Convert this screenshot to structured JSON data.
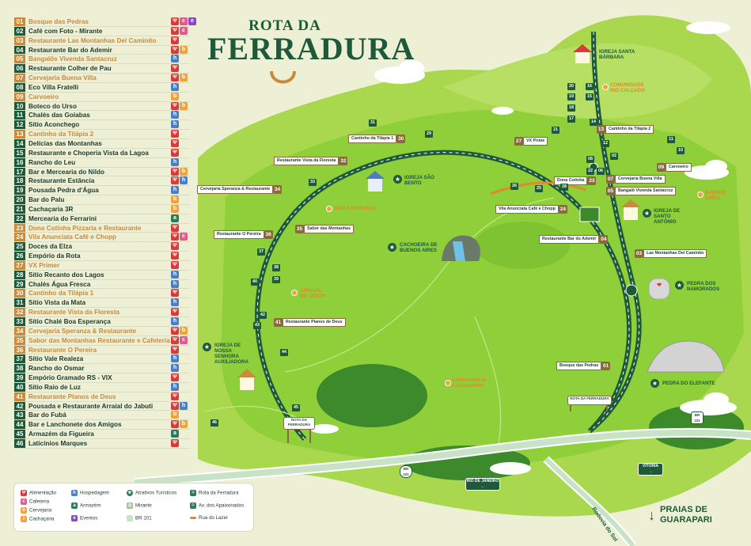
{
  "title": {
    "line1": "ROTA DA",
    "line2": "FERRADURA"
  },
  "colors": {
    "green_dark": "#1d5a3a",
    "green_light": "#8ecf3a",
    "brown": "#c98a3c",
    "bg": "#eef0d6"
  },
  "listing": [
    {
      "n": "01",
      "name": "Bosque das Pedras",
      "brown": true,
      "icons": [
        "food",
        "coffee",
        "event"
      ]
    },
    {
      "n": "02",
      "name": "Café com Foto - Mirante",
      "brown": false,
      "icons": [
        "food",
        "coffee"
      ]
    },
    {
      "n": "03",
      "name": "Restaurante Las Montanhas Del Caminito",
      "brown": true,
      "icons": [
        "food"
      ]
    },
    {
      "n": "04",
      "name": "Restaurante Bar do Ademir",
      "brown": false,
      "icons": [
        "food",
        "beer"
      ]
    },
    {
      "n": "05",
      "name": "Bangalôs Vivenda Santacruz",
      "brown": true,
      "icons": [
        "hotel"
      ]
    },
    {
      "n": "06",
      "name": "Restaurante Colher de Pau",
      "brown": false,
      "icons": [
        "food"
      ]
    },
    {
      "n": "07",
      "name": "Cervejaria Buena Villa",
      "brown": true,
      "icons": [
        "food",
        "beer"
      ]
    },
    {
      "n": "08",
      "name": "Eco Villa Fratelli",
      "brown": false,
      "icons": [
        "hotel"
      ]
    },
    {
      "n": "09",
      "name": "Carvoeiro",
      "brown": true,
      "icons": [
        "beer"
      ]
    },
    {
      "n": "10",
      "name": "Boteco do Urso",
      "brown": false,
      "icons": [
        "food",
        "beer"
      ]
    },
    {
      "n": "11",
      "name": "Chalés das Goiabas",
      "brown": false,
      "icons": [
        "hotel"
      ]
    },
    {
      "n": "12",
      "name": "Sítio Aconchego",
      "brown": false,
      "icons": [
        "hotel"
      ]
    },
    {
      "n": "13",
      "name": "Cantinho da Tilápia 2",
      "brown": true,
      "icons": [
        "food"
      ]
    },
    {
      "n": "14",
      "name": "Delícias das Montanhas",
      "brown": false,
      "icons": [
        "food"
      ]
    },
    {
      "n": "15",
      "name": "Restaurante e Choperia Vista da Lagoa",
      "brown": false,
      "icons": [
        "food"
      ]
    },
    {
      "n": "16",
      "name": "Rancho do Leu",
      "brown": false,
      "icons": [
        "hotel"
      ]
    },
    {
      "n": "17",
      "name": "Bar e Mercearia do Nildo",
      "brown": false,
      "icons": [
        "food",
        "beer"
      ]
    },
    {
      "n": "18",
      "name": "Restaurante Estância",
      "brown": false,
      "icons": [
        "food",
        "hotel"
      ]
    },
    {
      "n": "19",
      "name": "Pousada Pedra d'Água",
      "brown": false,
      "icons": [
        "hotel"
      ]
    },
    {
      "n": "20",
      "name": "Bar do Palu",
      "brown": false,
      "icons": [
        "beer"
      ]
    },
    {
      "n": "21",
      "name": "Cachaçaria 3R",
      "brown": false,
      "icons": [
        "beer"
      ]
    },
    {
      "n": "22",
      "name": "Mercearia do Ferrarini",
      "brown": false,
      "icons": [
        "store"
      ]
    },
    {
      "n": "23",
      "name": "Dona Cotinha Pizzaria e Restaurante",
      "brown": true,
      "icons": [
        "food"
      ]
    },
    {
      "n": "24",
      "name": "Vila Anunciata Café e Chopp",
      "brown": true,
      "icons": [
        "food",
        "coffee"
      ]
    },
    {
      "n": "25",
      "name": "Doces da Elza",
      "brown": false,
      "icons": [
        "food"
      ]
    },
    {
      "n": "26",
      "name": "Empório da Rota",
      "brown": false,
      "icons": [
        "food"
      ]
    },
    {
      "n": "27",
      "name": "VX Primer",
      "brown": true,
      "icons": [
        "food"
      ]
    },
    {
      "n": "28",
      "name": "Sítio Recanto dos Lagos",
      "brown": false,
      "icons": [
        "hotel"
      ]
    },
    {
      "n": "29",
      "name": "Chalés Água Fresca",
      "brown": false,
      "icons": [
        "hotel"
      ]
    },
    {
      "n": "30",
      "name": "Cantinho da Tilápia 1",
      "brown": true,
      "icons": [
        "food"
      ]
    },
    {
      "n": "31",
      "name": "Sítio Vista da Mata",
      "brown": false,
      "icons": [
        "hotel"
      ]
    },
    {
      "n": "32",
      "name": "Restaurante Vista da Floresta",
      "brown": true,
      "icons": [
        "food"
      ]
    },
    {
      "n": "33",
      "name": "Sítio Chalé Boa Esperança",
      "brown": false,
      "icons": [
        "hotel"
      ]
    },
    {
      "n": "34",
      "name": "Cervejaria Speranza & Restaurante",
      "brown": true,
      "icons": [
        "food",
        "beer"
      ]
    },
    {
      "n": "35",
      "name": "Sabor das Montanhas Restaurante e Cafeteria",
      "brown": true,
      "icons": [
        "food",
        "coffee"
      ]
    },
    {
      "n": "36",
      "name": "Restaurante O Pereira",
      "brown": true,
      "icons": [
        "food"
      ]
    },
    {
      "n": "37",
      "name": "Sítio Vale Realeza",
      "brown": false,
      "icons": [
        "hotel"
      ]
    },
    {
      "n": "38",
      "name": "Rancho do Osmar",
      "brown": false,
      "icons": [
        "hotel"
      ]
    },
    {
      "n": "39",
      "name": "Empório Gramado RS - VIX",
      "brown": false,
      "icons": [
        "food"
      ]
    },
    {
      "n": "40",
      "name": "Sítio Raio de Luz",
      "brown": false,
      "icons": [
        "hotel"
      ]
    },
    {
      "n": "41",
      "name": "Restaurante Planos de Deus",
      "brown": true,
      "icons": [
        "food"
      ]
    },
    {
      "n": "42",
      "name": "Pousada e Restaurante Arraial do Jabuti",
      "brown": false,
      "icons": [
        "food",
        "hotel"
      ]
    },
    {
      "n": "43",
      "name": "Bar do Fubá",
      "brown": false,
      "icons": [
        "beer"
      ]
    },
    {
      "n": "44",
      "name": "Bar e Lanchonete dos Amigos",
      "brown": false,
      "icons": [
        "food",
        "beer"
      ]
    },
    {
      "n": "45",
      "name": "Armazém da Figueira",
      "brown": false,
      "icons": [
        "store"
      ]
    },
    {
      "n": "46",
      "name": "Laticínios Marques",
      "brown": false,
      "icons": [
        "food"
      ]
    }
  ],
  "key": {
    "alimentacao": "Alimentação",
    "cafeteria": "Cafeteria",
    "cervejaria": "Cervejaria",
    "cachacaria": "Cachaçaria",
    "hospedagem": "Hospedagem",
    "armazem": "Armazém",
    "eventos": "Eventos",
    "atrativos": "Atrativos Turísticos",
    "mirante": "Mirante",
    "br101": "BR 101",
    "rota": "Rota da Ferradura",
    "av": "Av. dos Apaixonados",
    "rua": "Rua do Lazer"
  },
  "map_tags": [
    {
      "n": "30",
      "label": "Cantinho da Tilápia 1"
    },
    {
      "n": "32",
      "label": "Restaurante Vista da Floresta"
    },
    {
      "n": "34",
      "label": "Cervejaria Speranza & Restaurante"
    },
    {
      "n": "35",
      "label": "Sabor das Montanhas"
    },
    {
      "n": "36",
      "label": "Restaurante O Pereira"
    },
    {
      "n": "41",
      "label": "Restaurante Planos de Deus"
    },
    {
      "n": "27",
      "label": "VX Prime"
    },
    {
      "n": "23",
      "label": "Dona Cotinha"
    },
    {
      "n": "24",
      "label": "Vila Anunciata Café e Chopp"
    },
    {
      "n": "04",
      "label": "Restaurante Bar do Ademir"
    },
    {
      "n": "01",
      "label": "Bosque das Pedras"
    },
    {
      "n": "13",
      "label": "Cantinho da Tilápia 2"
    },
    {
      "n": "07",
      "label": "Cervejaria Buena Villa"
    },
    {
      "n": "09",
      "label": "Carvoeiro"
    },
    {
      "n": "05",
      "label": "Bangalô Vivenda Santacruz"
    },
    {
      "n": "03",
      "label": "Las Montanhas Del Caminito"
    }
  ],
  "attractions": {
    "igreja_sb": "IGREJA SANTA BÁRBARA",
    "comunidade_rc": "COMUNIDADE RIO CALÇADO",
    "igreja_sao_bento": "IGREJA SÃO BENTO",
    "boa_esperanca": "BOA ESPERANÇA",
    "cachoeira": "CACHOEIRA DE BUENOS AIRES",
    "igreja_sa": "IGREJA DE SANTO ANTÔNIO",
    "buenos_aires": "BUENOS AIRES",
    "pedra_namorados": "PEDRA DOS NAMORADOS",
    "arraial": "ARRAIAL DE JABOTI",
    "igreja_nsa": "IGREJA DE NOSSA SENHORA AUXILIADORA",
    "comunidade_cach": "COMUNIDADE DE CACHOEIRINHA",
    "pedra_elefante": "PEDRA DO ELEFANTE"
  },
  "signs": {
    "rota": "ROTA DA FERRADURA",
    "rio": "RIO DE JANEIRO",
    "vitoria": "VITÓRIA",
    "br": "BR 101",
    "rodovia": "Rodovia do Sol"
  },
  "praias": {
    "line1": "PRAIAS DE",
    "line2": "GUARAPARI"
  },
  "green_numbers": [
    "31",
    "29",
    "21",
    "20",
    "19",
    "18",
    "17",
    "16",
    "15",
    "14",
    "12",
    "11",
    "10",
    "22",
    "08",
    "06",
    "33",
    "25",
    "26",
    "28",
    "37",
    "38",
    "39",
    "40",
    "42",
    "43",
    "44",
    "45",
    "46",
    "02"
  ]
}
